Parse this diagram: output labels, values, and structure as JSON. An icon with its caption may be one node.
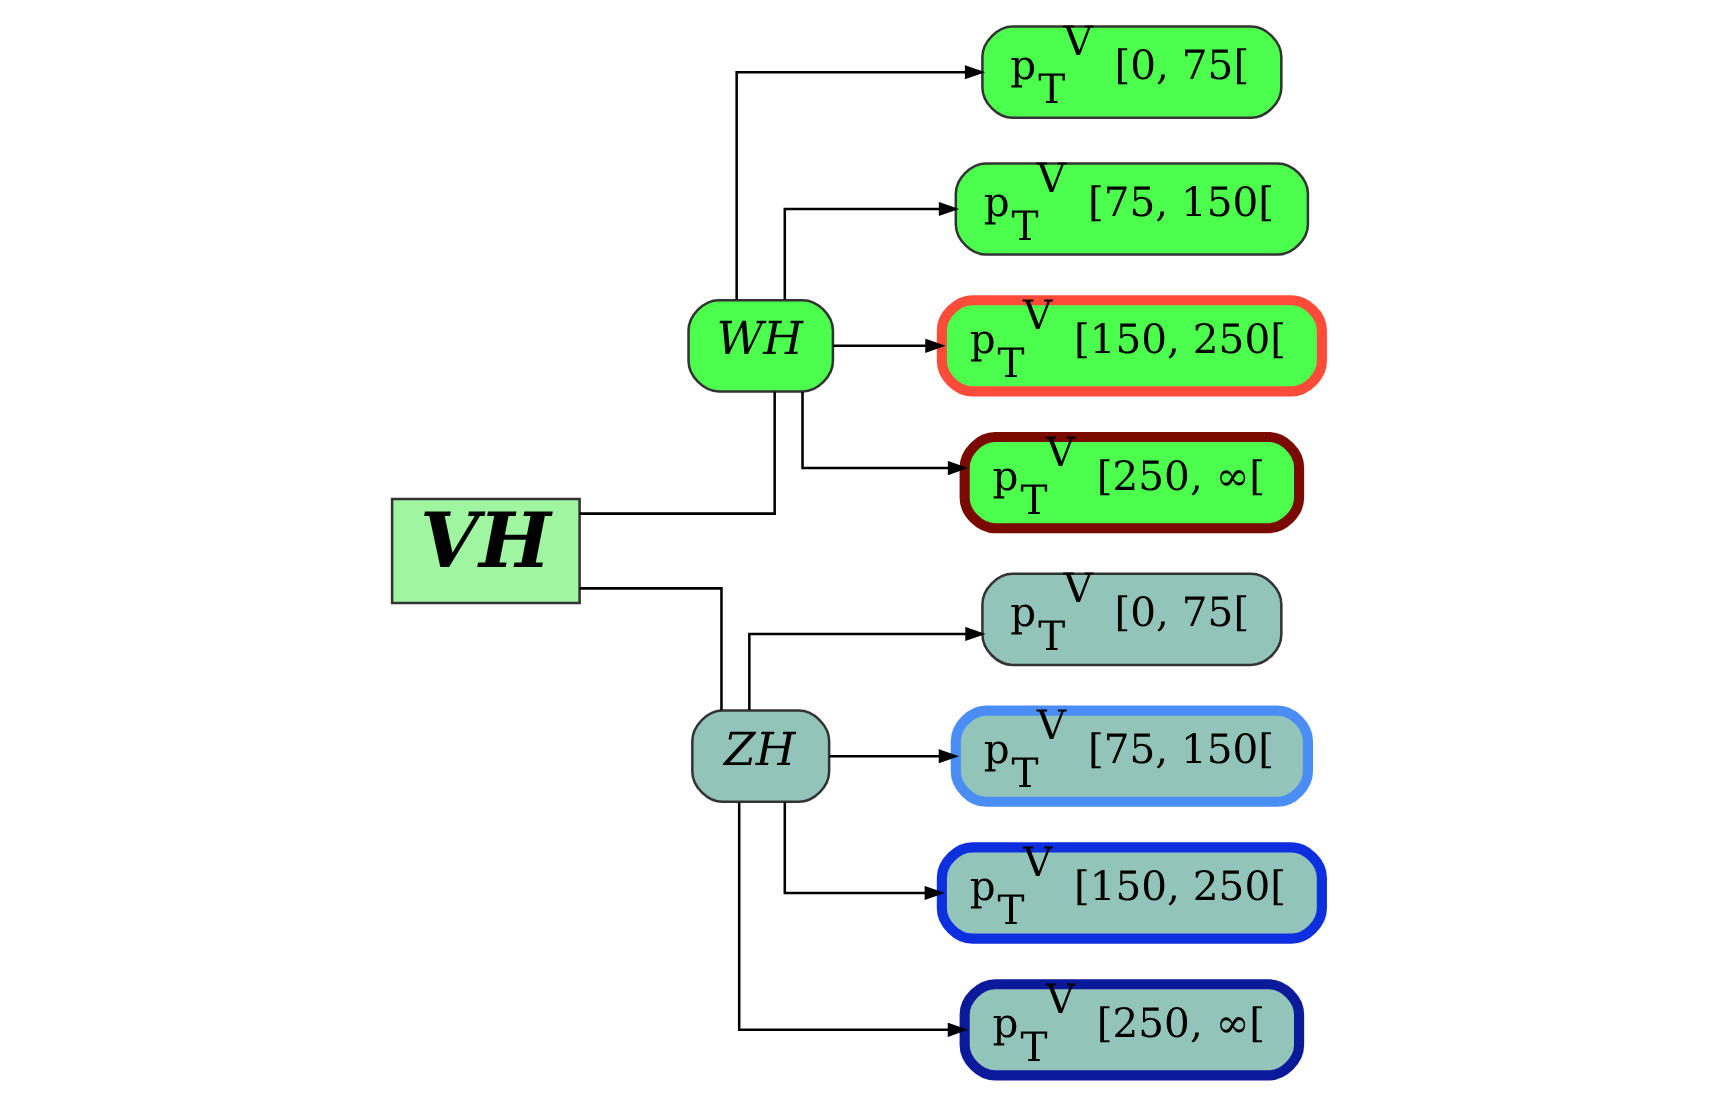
{
  "diagram": {
    "nodes": [
      {
        "text": [
          "VH"
        ]
      },
      {
        "text": [
          "WH"
        ]
      },
      {
        "text": [
          "ZH"
        ]
      },
      {
        "text": [
          "p$_{T}$$^{V}$ [0, 75["
        ]
      },
      {
        "text": [
          "p$_{T}$$^{V}$ [75, 150["
        ]
      },
      {
        "text": [
          "p$_{T}$$^{V}$ [150, 250["
        ]
      },
      {
        "text": [
          "p$_{T}$$^{V}$ [250, ∞["
        ]
      },
      {
        "text": [
          "p$_{T}$$^{V}$ [0, 75["
        ]
      },
      {
        "text": [
          "p$_{T}$$^{V}$ [75, 150["
        ]
      },
      {
        "text": [
          "p$_{T}$$^{V}$ [150, 250["
        ]
      },
      {
        "text": [
          "p$_{T}$$^{V}$ [250, ∞["
        ]
      }
    ],
    "edges": [
      {
        "from": 0,
        "to": 1,
        "arrow": "none"
      },
      {
        "from": 0,
        "to": 2,
        "arrow": "none"
      },
      {
        "from": 1,
        "to": 3,
        "arrow": "to"
      },
      {
        "from": 1,
        "to": 4,
        "arrow": "to"
      },
      {
        "from": 1,
        "to": 5,
        "arrow": "to"
      },
      {
        "from": 1,
        "to": 6,
        "arrow": "to"
      },
      {
        "from": 2,
        "to": 7,
        "arrow": "to"
      },
      {
        "from": 2,
        "to": 8,
        "arrow": "to"
      },
      {
        "from": 2,
        "to": 9,
        "arrow": "to"
      },
      {
        "from": 2,
        "to": 10,
        "arrow": "to"
      }
    ]
  }
}
